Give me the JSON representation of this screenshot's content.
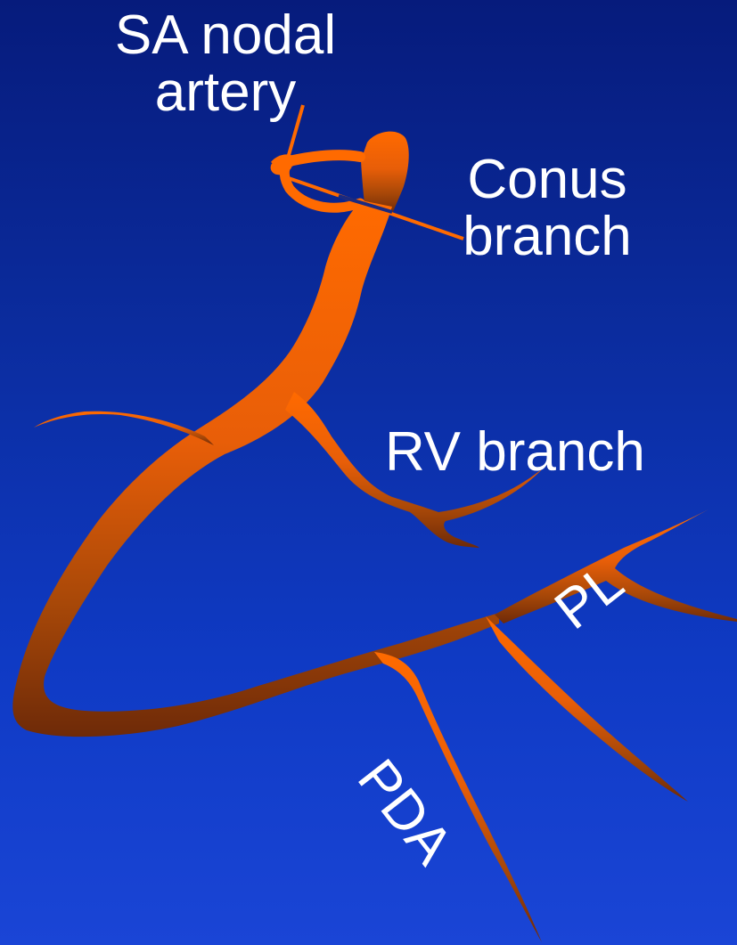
{
  "labels": {
    "sa_nodal_line1": "SA nodal",
    "sa_nodal_line2": "artery",
    "conus_line1": "Conus",
    "conus_line2": "branch",
    "rv_branch": "RV branch",
    "pl": "PL",
    "pda": "PDA"
  },
  "colors": {
    "background_top": "#061b7c",
    "background_bottom": "#1a45d6",
    "artery_light": "#ff6a00",
    "artery_dark": "#7a2f0a",
    "text": "#ffffff"
  }
}
